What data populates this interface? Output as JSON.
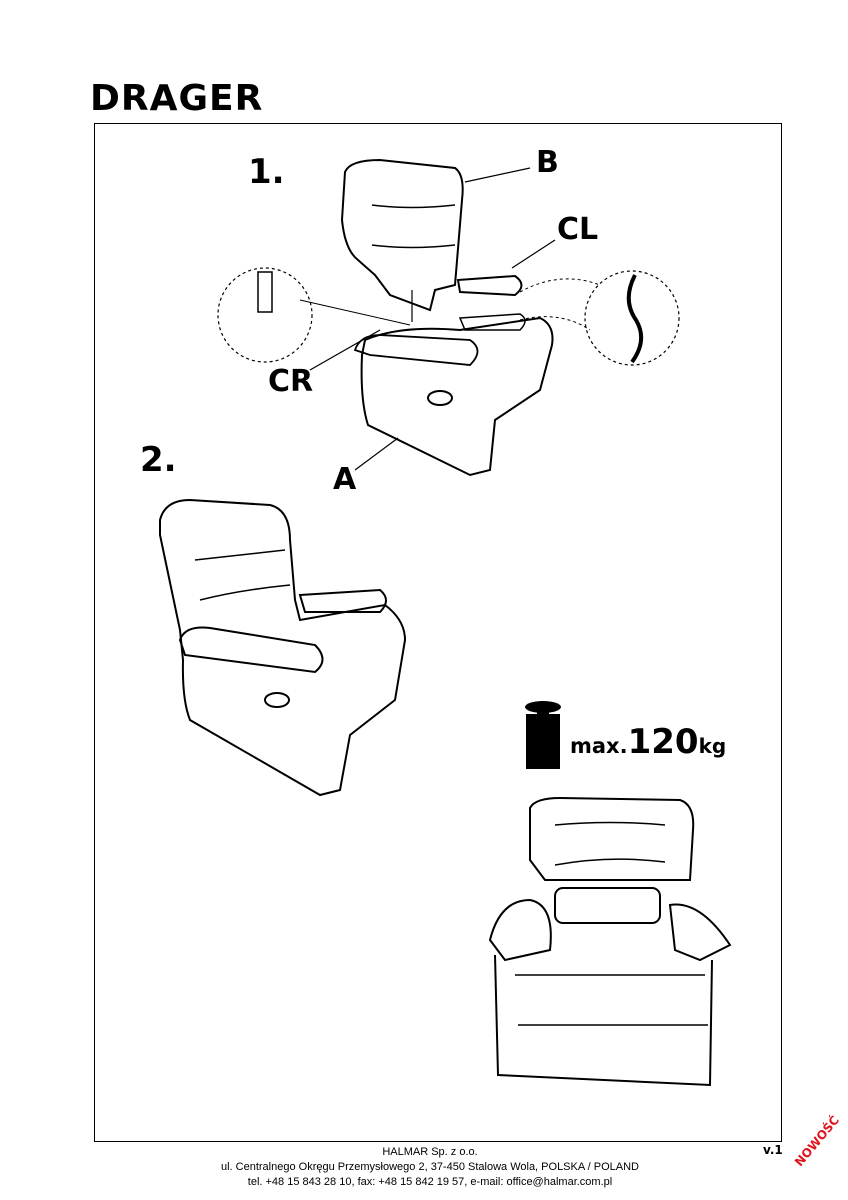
{
  "title": "DRAGER",
  "steps": [
    "1.",
    "2."
  ],
  "part_labels": {
    "a": "A",
    "b": "B",
    "cl": "CL",
    "cr": "CR"
  },
  "max_load": {
    "prefix": "max.",
    "value": "120",
    "unit": "kg"
  },
  "footer": {
    "company": "HALMAR Sp. z o.o.",
    "address": "ul. Centralnego Okręgu Przemysłowego 2, 37-450 Stalowa Wola, POLSKA / POLAND",
    "contact": "tel. +48 15 843 28 10, fax: +48 15 842 19 57, e-mail: office@halmar.com.pl",
    "version": "v.1"
  },
  "stamp": "NOWOŚĆ",
  "colors": {
    "stamp": "#e0141c"
  }
}
